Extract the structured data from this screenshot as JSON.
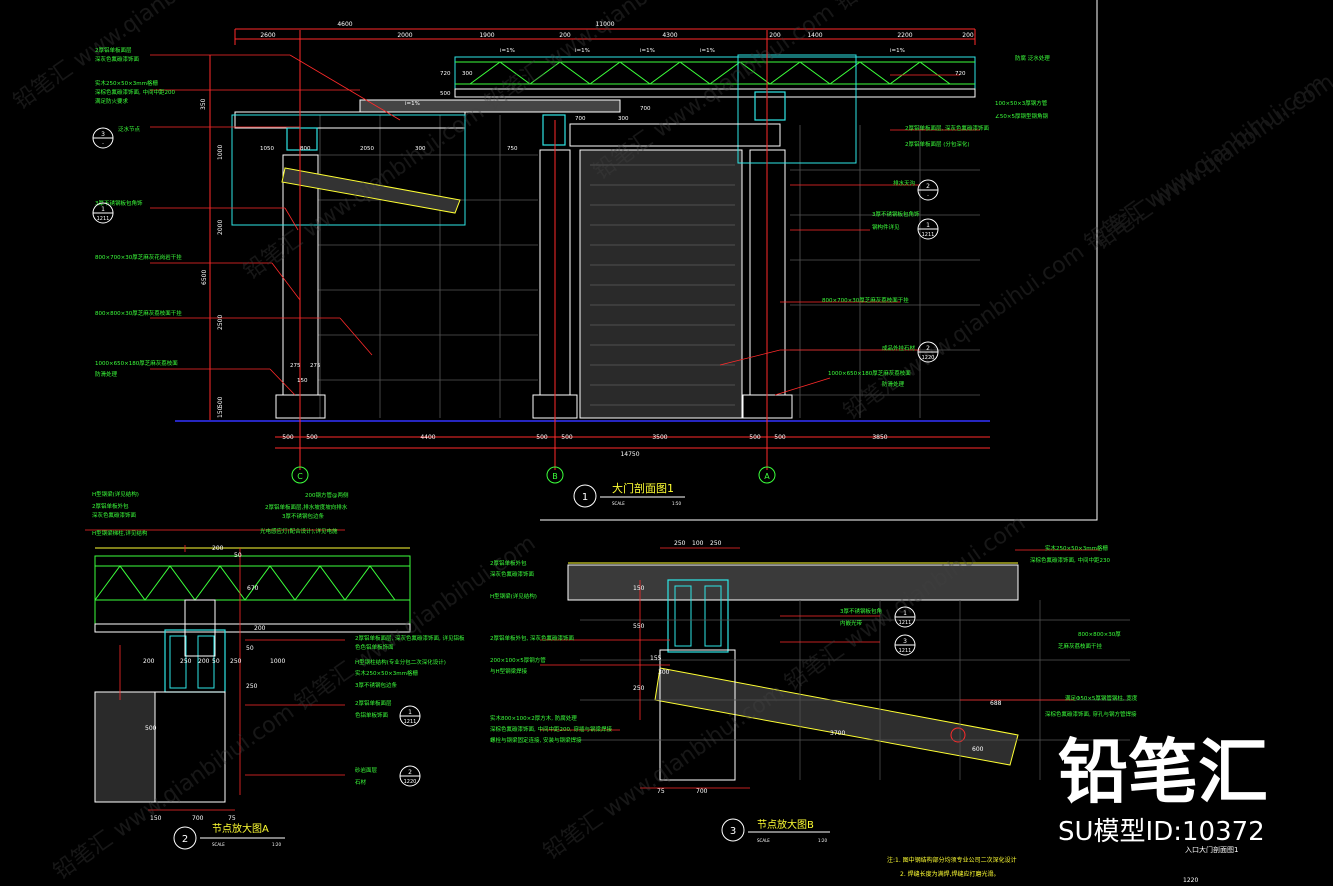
{
  "drawing": {
    "frame_color": "#ffffff",
    "line_colors": {
      "dim": "#ff2a2a",
      "leader": "#ff2a2a",
      "note": "#3bff3b",
      "steel": "#2ee6e6",
      "detail": "#ffffff",
      "ground": "#3333ff",
      "yellow": "#ffff33",
      "cyan": "#00ffff"
    }
  },
  "main_section": {
    "title": "大门剖面图1",
    "number": "1",
    "scale_label": "SCALE",
    "scale_value": "1:50",
    "top_dims": {
      "overall": "11000",
      "left_group": "4600",
      "segments": [
        "2600",
        "2000",
        "1900",
        "200",
        "4300",
        "200",
        "1400",
        "2200",
        "200"
      ]
    },
    "bottom_dims": {
      "overall": "14750",
      "segments": [
        "500",
        "500",
        "4400",
        "500",
        "500",
        "3500",
        "500",
        "500",
        "3850"
      ]
    },
    "axes": [
      "C",
      "B",
      "A"
    ],
    "height_dims": [
      "6500",
      "2000",
      "2500",
      "1000",
      "350",
      "500",
      "150"
    ],
    "roof_slope_labels": [
      "i=1%",
      "i=1%",
      "i=1%",
      "i=1%",
      "i=1%",
      "i=1%"
    ],
    "inline_dims": [
      "700",
      "300",
      "1050",
      "800",
      "2050",
      "300",
      "750",
      "720",
      "300",
      "700",
      "720",
      "500",
      "275",
      "275",
      "150"
    ],
    "left_notes": [
      "2厚铝单板面层",
      "深灰色氟碳漆饰面",
      "实木250×50×3mm格栅",
      "深棕色氟碳漆饰面, 中间中距200",
      "满足防火要求",
      "3厚不锈钢板包角饰",
      "800×700×30厚芝麻灰花岗岩干挂",
      "800×800×30厚芝麻灰荔枝面干挂",
      "1000×650×180厚芝麻灰荔枝面",
      "防滑处理"
    ],
    "left_tags": [
      {
        "num": "3",
        "sheet": "-",
        "text": "泛水节点"
      },
      {
        "num": "1",
        "sheet": "1211",
        "text": ""
      }
    ],
    "right_notes": [
      "防腐 泛水处理",
      "100×50×3厚钢方管",
      "∠50×5厚钢型钢角钢",
      "2厚铝单板面层, 深灰色氟碳漆饰面",
      "2厚铝单板面层 (分包深化)",
      "排水天沟",
      "3厚不锈钢板包角饰",
      "钢构件详见",
      "800×700×30厚芝麻灰荔枝面干挂",
      "成品外挂石材",
      "1000×650×180厚芝麻灰荔枝面",
      "防滑处理"
    ],
    "right_tags": [
      {
        "num": "2",
        "sheet": "-"
      },
      {
        "num": "1",
        "sheet": "1211"
      },
      {
        "num": "2",
        "sheet": "1220"
      }
    ]
  },
  "detail_a": {
    "title": "节点放大图A",
    "number": "2",
    "scale_label": "SCALE",
    "scale_value": "1:20",
    "notes": [
      "H型钢梁(详见结构)",
      "2厚铝单板外包",
      "深灰色氟碳漆饰面",
      "H型钢梁梯柱,详见结构",
      "200钢方管@两侧",
      "2厚铝单板面层,排水坡度坡向排水",
      "3厚不锈钢包边条",
      "光电感应灯(配合设计),详见电施",
      "2厚铝单板面层, 深灰色氟碳漆饰面, 详见铝板",
      "色色铝单板饰面",
      "H型钢柱结构(专业分包二次深化设计)",
      "实木250×50×3mm格栅",
      "3厚不锈钢包边条",
      "2厚铝单板面层",
      "色铝单板饰面",
      "砂岩面层",
      "石材"
    ],
    "dims": [
      "200",
      "50",
      "670",
      "200",
      "250",
      "200",
      "50",
      "250",
      "500",
      "250",
      "50",
      "200",
      "1000",
      "150",
      "700",
      "75"
    ],
    "tags": [
      {
        "num": "1",
        "sheet": "1211"
      },
      {
        "num": "2",
        "sheet": "1220"
      }
    ]
  },
  "detail_b": {
    "title": "节点放大图B",
    "number": "3",
    "scale_label": "SCALE",
    "scale_value": "1:20",
    "notes_left": [
      "2厚铝单板外包",
      "深灰色氟碳漆饰面",
      "H型钢梁(详见结构)",
      "2厚铝单板外包, 深灰色氟碳漆饰面",
      "200×100×5厚钢方管",
      "与H型钢梁焊接",
      "实木800×100×2厚方木, 防腐处理",
      "深棕色氟碳漆饰面, 中间中距200, 穿插与钢梁焊接",
      "螺栓与钢梁固定连接, 安装与钢梁焊接"
    ],
    "notes_right": [
      "实木250×50×3mm格栅",
      "深棕色氟碳漆饰面, 中间中距230",
      "3厚不锈钢板包角",
      "内嵌光带",
      "800×800×30厚",
      "芝麻灰荔枝面干挂",
      "满足Φ50×5厚钢管钢柱, 宽度",
      "深棕色氟碳漆饰面, 穿孔与钢方管焊接"
    ],
    "dims": [
      "250",
      "100",
      "250",
      "150",
      "550",
      "250",
      "155",
      "300",
      "3700",
      "600",
      "688",
      "75",
      "700"
    ],
    "tags": [
      {
        "num": "1",
        "sheet": "1211"
      },
      {
        "num": "3",
        "sheet": "1211"
      }
    ]
  },
  "footnotes": {
    "line1": "注:1. 图中钢结构部分均须专业公司二次深化设计",
    "line2": "2. 焊缝长度为满焊,焊缝应打磨光滑。",
    "sheet_name": "入口大门剖面图1",
    "sheet_code": "1220"
  },
  "branding": {
    "logo": "铅笔汇",
    "model_id": "SU模型ID:10372",
    "watermark": "铅笔汇 www.qianbihui.com"
  }
}
